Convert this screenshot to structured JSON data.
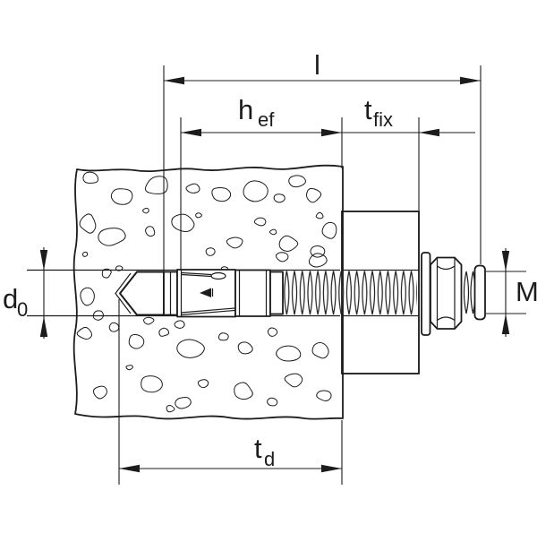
{
  "colors": {
    "ink": "#1c1c1c",
    "background": "#ffffff"
  },
  "dimensions": {
    "anchor_length": {
      "label": "l"
    },
    "effective_embedment": {
      "label": "h",
      "sub": "ef"
    },
    "fixture_thickness": {
      "label": "t",
      "sub": "fix"
    },
    "drill_hole_diameter": {
      "label": "d",
      "sub": "0"
    },
    "thread_size": {
      "label": "M"
    },
    "drill_hole_depth": {
      "label": "t",
      "sub": "d"
    }
  }
}
